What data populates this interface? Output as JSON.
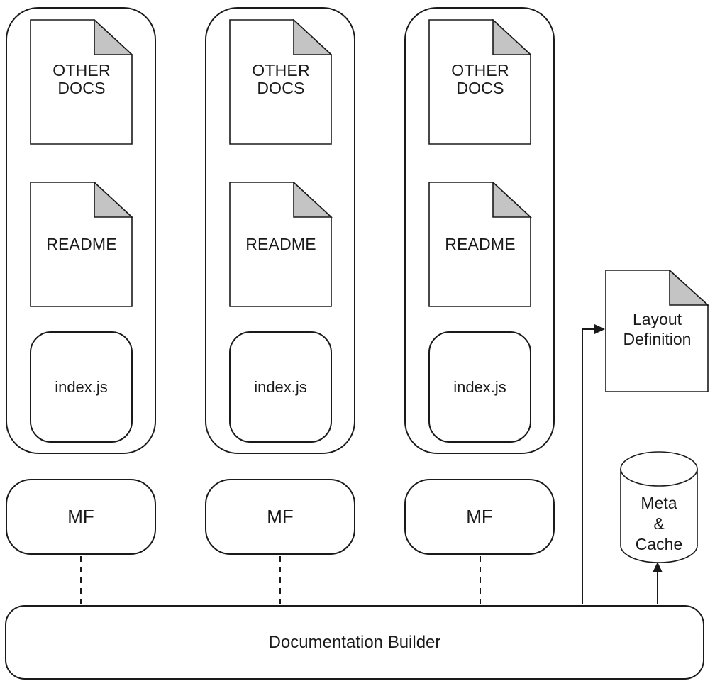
{
  "columns": [
    {
      "other_docs": "OTHER\nDOCS",
      "readme": "README",
      "index_js": "index.js",
      "mf": "MF"
    },
    {
      "other_docs": "OTHER\nDOCS",
      "readme": "README",
      "index_js": "index.js",
      "mf": "MF"
    },
    {
      "other_docs": "OTHER\nDOCS",
      "readme": "README",
      "index_js": "index.js",
      "mf": "MF"
    }
  ],
  "builder": {
    "label": "Documentation Builder"
  },
  "layout_definition": {
    "label": "Layout\nDefinition"
  },
  "meta_cache": {
    "label": "Meta\n&\nCache"
  },
  "colors": {
    "stroke": "#1a1a1a",
    "fold": "#c4c4c4",
    "background": "#ffffff"
  }
}
